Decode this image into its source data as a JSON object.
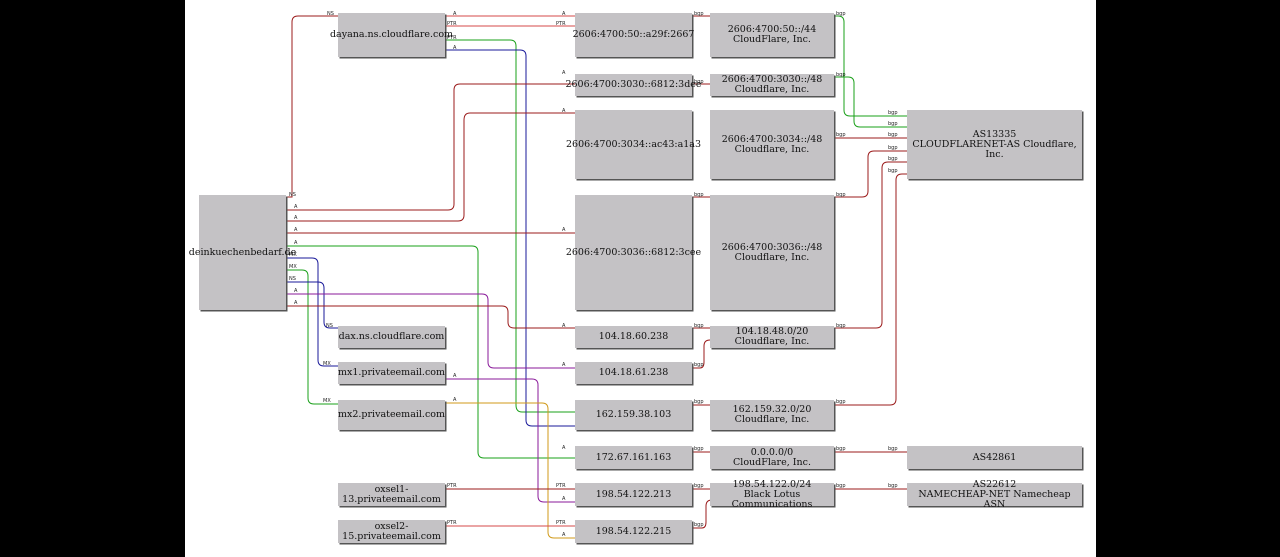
{
  "colors": {
    "page_background": "#ffffff",
    "outer_background": "#000000",
    "node_fill": "#c4c2c5",
    "edge_dark_red": "#9b1b1b",
    "edge_light_red": "#d64a4a",
    "edge_green": "#1aa01a",
    "edge_blue": "#1a1a9a",
    "edge_purple": "#8a1a9a",
    "edge_orange": "#d09a1a"
  },
  "nodes": {
    "domain": "deinkuechenbedarf.de",
    "ns_dayana": "dayana.ns.cloudflare.com",
    "ns_dax": "dax.ns.cloudflare.com",
    "mx1": "mx1.privateemail.com",
    "mx2": "mx2.privateemail.com",
    "oxsel1": "oxsel1-13.privateemail.com",
    "oxsel2": "oxsel2-15.privateemail.com",
    "ip6_2667": "2606:4700:50::a29f:2667",
    "ip6_3dee": "2606:4700:3030::6812:3dee",
    "ip6_a1a3": "2606:4700:3034::ac43:a1a3",
    "ip6_3cee": "2606:4700:3036::6812:3cee",
    "ip4_60_238": "104.18.60.238",
    "ip4_61_238": "104.18.61.238",
    "ip4_162": "162.159.38.103",
    "ip4_172": "172.67.161.163",
    "ip4_213": "198.54.122.213",
    "ip4_215": "198.54.122.215",
    "pfx_50": "2606:4700:50::/44\nCloudFlare, Inc.",
    "pfx_3030": "2606:4700:3030::/48\nCloudflare, Inc.",
    "pfx_3034": "2606:4700:3034::/48\nCloudflare, Inc.",
    "pfx_3036": "2606:4700:3036::/48\nCloudflare, Inc.",
    "pfx_104": "104.18.48.0/20\nCloudflare, Inc.",
    "pfx_162": "162.159.32.0/20\nCloudflare, Inc.",
    "pfx_0": "0.0.0.0/0\nCloudFlare, Inc.",
    "pfx_198": "198.54.122.0/24\nBlack Lotus Communications",
    "as13335": "AS13335\nCLOUDFLARENET-AS Cloudflare, Inc.",
    "as42861": "AS42861",
    "as22612": "AS22612\nNAMECHEAP-NET Namecheap ASN"
  },
  "edge_labels": {
    "ns": "NS",
    "a": "A",
    "ptr": "PTR",
    "mx": "MX",
    "bgp": "bgp"
  }
}
